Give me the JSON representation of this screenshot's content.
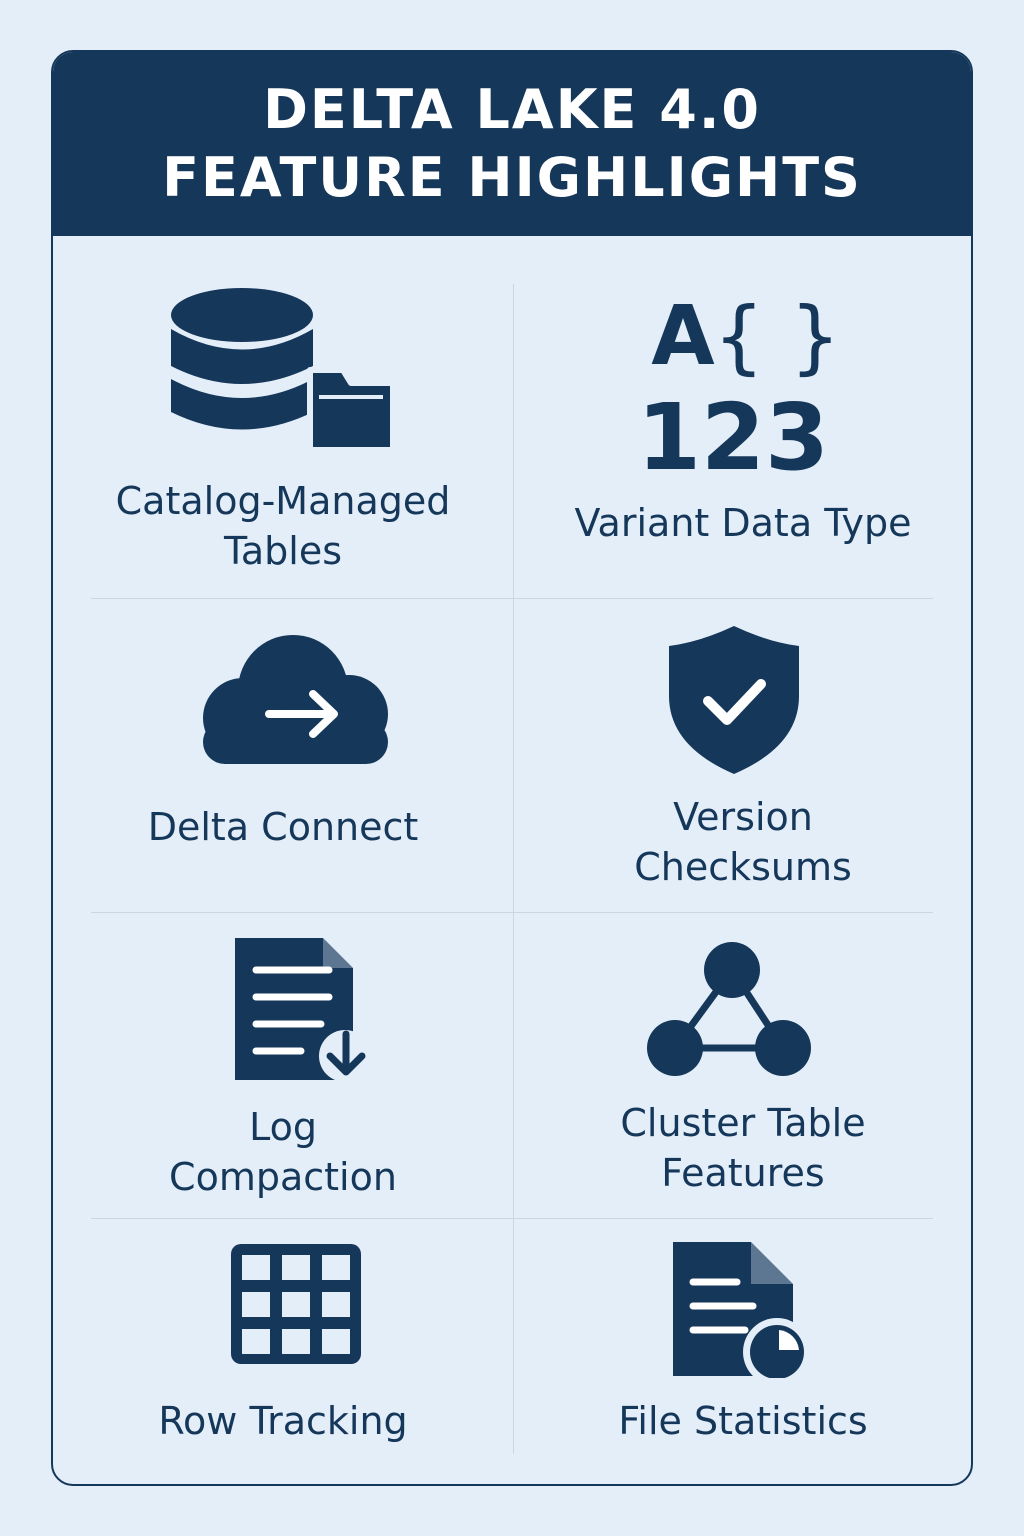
{
  "header": {
    "title_line1": "DELTA LAKE 4.0",
    "title_line2": "FEATURE HIGHLIGHTS"
  },
  "colors": {
    "primary": "#15375a",
    "background": "#e3eef9",
    "divider": "#c9d6e3"
  },
  "features": [
    {
      "icon": "database-folder-icon",
      "label_lines": [
        "Catalog-Managed",
        "Tables"
      ]
    },
    {
      "icon": "variant-type-icon",
      "glyph_letter": "A",
      "glyph_braces": "{ }",
      "glyph_digits": "123",
      "label_lines": [
        "Variant Data Type"
      ]
    },
    {
      "icon": "cloud-arrow-icon",
      "label_lines": [
        "Delta Connect"
      ]
    },
    {
      "icon": "shield-check-icon",
      "label_lines": [
        "Version",
        "Checksums"
      ]
    },
    {
      "icon": "document-download-icon",
      "label_lines": [
        "Log",
        "Compaction"
      ]
    },
    {
      "icon": "cluster-nodes-icon",
      "label_lines": [
        "Cluster Table",
        "Features"
      ]
    },
    {
      "icon": "grid-table-icon",
      "label_lines": [
        "Row Tracking"
      ]
    },
    {
      "icon": "document-chart-icon",
      "label_lines": [
        "File Statistics"
      ]
    }
  ]
}
